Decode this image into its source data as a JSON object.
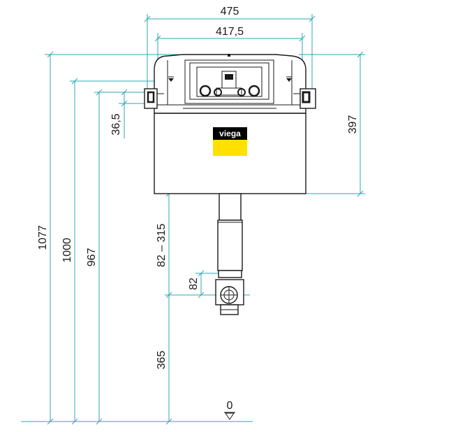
{
  "diagram": {
    "dimensions": {
      "overall_width": "475",
      "inner_width": "417,5",
      "cistern_height": "397",
      "total_height": "1077",
      "frame_height": "1000",
      "bracket_height": "967",
      "bracket_offset": "36,5",
      "pipe_adjust": "82 – 315",
      "outlet_offset": "82",
      "outlet_height": "365",
      "floor_level": "0"
    },
    "brand": "viega",
    "colors": {
      "dimension_line": "#2aa7b5",
      "outline": "#1a1a1a",
      "brand_yellow": "#ffe000",
      "brand_black": "#000000"
    }
  }
}
